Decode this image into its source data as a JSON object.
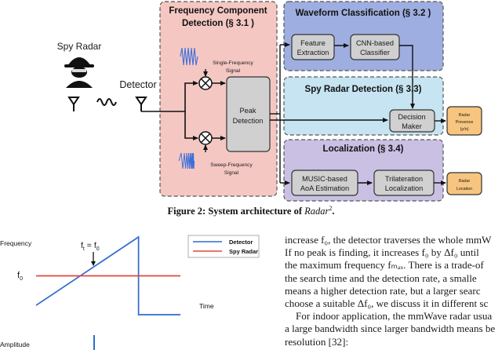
{
  "figure": {
    "spy_radar_label": "Spy Radar",
    "detector_label": "Detector",
    "sections": {
      "frequency": {
        "title_line1": "Frequency Component",
        "title_line2": "Detection (§ 3.1 )"
      },
      "waveform": {
        "title": "Waveform Classification (§ 3.2 )"
      },
      "spy_detection": {
        "title": "Spy Radar Detection (§ 3.3)"
      },
      "localization": {
        "title": "Localization (§ 3.4)"
      }
    },
    "signals": {
      "single_line1": "Single-Frequency",
      "single_line2": "Signal",
      "sweep_line1": "Sweep-Frequency",
      "sweep_line2": "Signal"
    },
    "boxes": {
      "peak_line1": "Peak",
      "peak_line2": "Detection",
      "feature_line1": "Feature",
      "feature_line2": "Extraction",
      "cnn_line1": "CNN-based",
      "cnn_line2": "Classifier",
      "decision_line1": "Decision",
      "decision_line2": "Maker",
      "music_line1": "MUSIC-based",
      "music_line2": "AoA Estimation",
      "trilat_line1": "Trilateration",
      "trilat_line2": "Localization",
      "radar_presence_line1": "Radar",
      "radar_presence_line2": "Presence",
      "radar_presence_line3": "(y/n)",
      "radar_location_line1": "Radar",
      "radar_location_line2": "Location"
    },
    "colors": {
      "frequency_bg": "#f4c7c3",
      "waveform_bg": "#9faee0",
      "spy_bg": "#c6e4f1",
      "localization_bg": "#c9c0e4",
      "box_fill": "#d0d0d0",
      "output_fill": "#f7c57f",
      "blue_wave": "#3f6fd9"
    }
  },
  "caption": {
    "prefix": "Figure 2: System architecture of ",
    "name": "Radar",
    "sup": "2",
    "suffix": "."
  },
  "plot": {
    "ylabel": "Frequency",
    "f0_label": "f",
    "f0_sub": "0",
    "ft_label": "f",
    "ft_sub": "t",
    "ft_eq": " = f",
    "ft_eq_sub": "0",
    "time_label": "Time",
    "amplitude_label": "Amplitude",
    "legend": [
      {
        "name": "Detector",
        "color": "#2f6bd1"
      },
      {
        "name": "Spy Radar",
        "color": "#e4473b"
      }
    ]
  },
  "chart_data": {
    "type": "line",
    "ylabel": "Frequency",
    "xlabel": "Time",
    "series": [
      {
        "name": "Detector",
        "color": "#2f6bd1",
        "x": [
          0,
          0.71,
          0.71,
          1.0
        ],
        "y": [
          0.12,
          1.0,
          0.0,
          0.0
        ]
      },
      {
        "name": "Spy Radar",
        "color": "#e4473b",
        "x": [
          0,
          1.0
        ],
        "y": [
          0.5,
          0.5
        ]
      }
    ],
    "annotations": [
      "f_t = f_0",
      "f_0"
    ]
  },
  "text": {
    "line1": "increase f₀, the detector traverses the whole mmW",
    "line2": "If no peak is finding, it increases f₀ by Δf₀ until",
    "line3": "the maximum frequency fₘₐₓ. There is a trade-of",
    "line4": "the search time and the detection rate, a smalle",
    "line5": "means a higher detection rate, but a larger searc",
    "line6": "choose a suitable Δf₀, we discuss it in different sc",
    "line7": "For indoor application, the mmWave radar usua",
    "line8": "a large bandwidth since larger bandwidth means be",
    "line9": "resolution [32]:"
  }
}
